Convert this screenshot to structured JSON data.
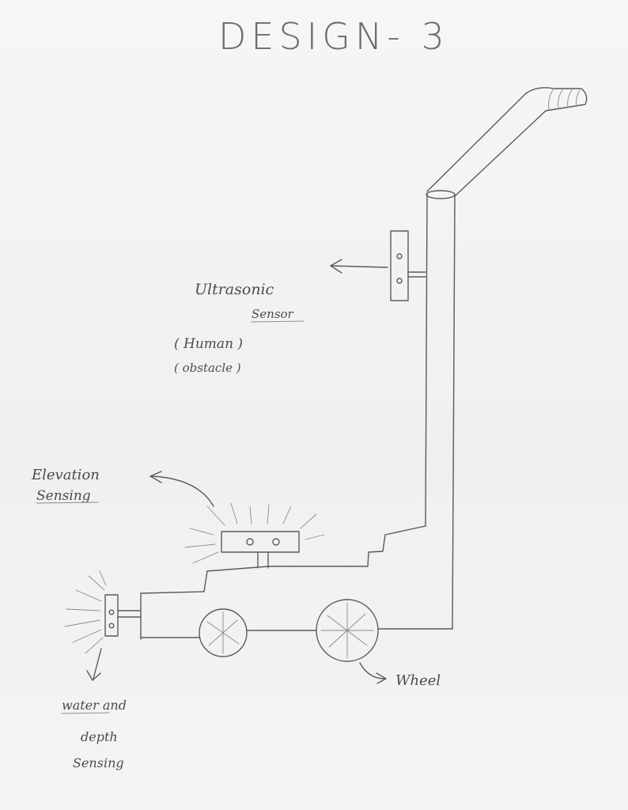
{
  "title": "DESIGN- 3",
  "labels": {
    "ultrasonic_line1": "Ultrasonic",
    "ultrasonic_line2": "Sensor",
    "human_line1": "( Human )",
    "human_line2": "( obstacle )",
    "elevation_line1": "Elevation",
    "elevation_line2": "Sensing",
    "water_line1": "water and",
    "water_line2": "depth",
    "water_line3": "Sensing",
    "wheel": "Wheel"
  }
}
